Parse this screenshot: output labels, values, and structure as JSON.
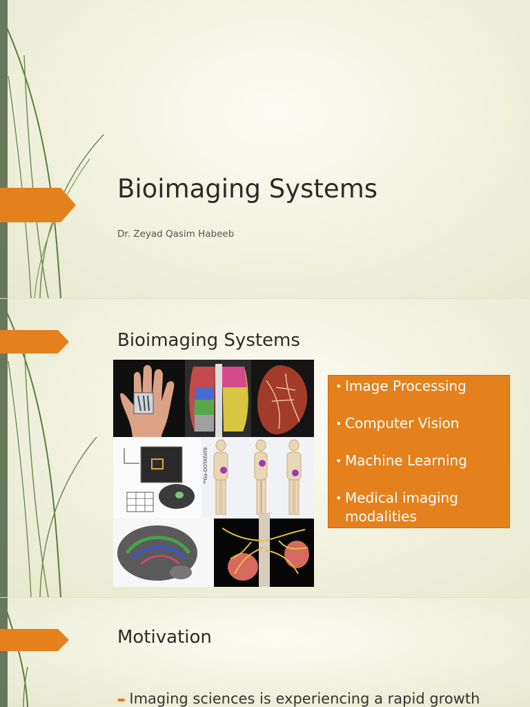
{
  "slides": [
    {
      "title": "Bioimaging Systems",
      "subtitle": "Dr. Zeyad Qasim Habeeb"
    },
    {
      "title": "Bioimaging Systems",
      "collage_label": "⁶⁸Ga-DOTATATE",
      "bullets": [
        "Image Processing",
        "Computer Vision",
        "Machine Learning",
        "Medical imaging modalities"
      ]
    },
    {
      "title": "Motivation",
      "bullet": "Imaging sciences is experiencing a rapid growth"
    }
  ],
  "colors": {
    "accent_orange": "#e4811d",
    "left_bar_green": "#68785a",
    "swoosh_green": "#5c7a3e"
  },
  "icons": [
    "orange-tab-arrow",
    "green-swoosh-lines",
    "orange-bullet-arrow"
  ]
}
